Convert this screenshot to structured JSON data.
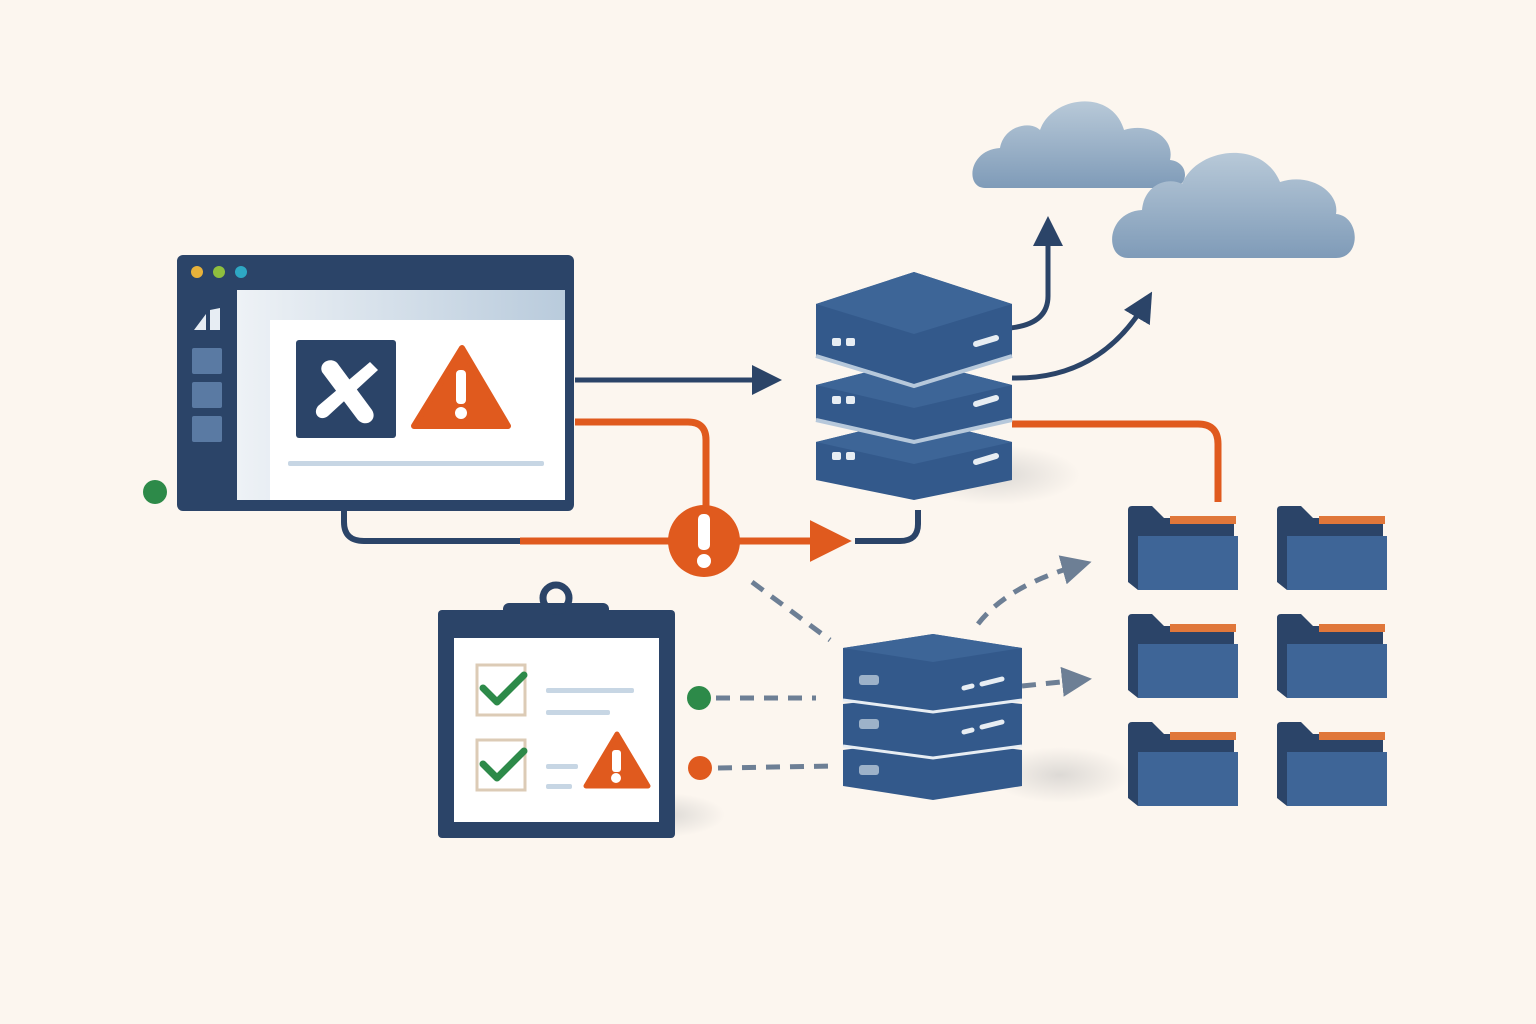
{
  "palette": {
    "background": "#fcf6ef",
    "navy": "#2b4468",
    "server_blue": "#33598b",
    "server_top": "#3d6597",
    "folder_blue": "#3e6597",
    "orange": "#e05a1e",
    "folder_tab_orange": "#e0773a",
    "cloud_blue": "#8ca7c2",
    "success_green": "#2d8a49",
    "dot_yellow": "#e8b23a",
    "dot_green": "#8fbf3e",
    "dot_teal": "#2ea8c4",
    "dashed_gray": "#6d7f95",
    "panel_white": "#ffffff"
  },
  "diagram": {
    "nodes": [
      {
        "id": "app-window",
        "kind": "window",
        "icons": [
          "x-tools-icon",
          "warning-icon"
        ],
        "status_dot": "success"
      },
      {
        "id": "primary-server",
        "kind": "server-stack",
        "units": 3
      },
      {
        "id": "secondary-server",
        "kind": "server-stack",
        "units": 3
      },
      {
        "id": "cloud-left",
        "kind": "cloud"
      },
      {
        "id": "cloud-right",
        "kind": "cloud"
      },
      {
        "id": "checklist",
        "kind": "clipboard",
        "items": [
          "check",
          "check-warning"
        ]
      },
      {
        "id": "folder-grid",
        "kind": "folders",
        "count": 6
      }
    ],
    "connections": [
      {
        "from": "app-window",
        "to": "primary-server",
        "style": "solid",
        "color": "navy"
      },
      {
        "from": "app-window",
        "to": "primary-server",
        "style": "solid",
        "color": "orange",
        "alert": "error-icon"
      },
      {
        "from": "primary-server",
        "to": "cloud-left",
        "style": "solid",
        "color": "navy"
      },
      {
        "from": "primary-server",
        "to": "cloud-right",
        "style": "solid",
        "color": "navy"
      },
      {
        "from": "primary-server",
        "to": "folder-grid",
        "style": "solid",
        "color": "orange"
      },
      {
        "from": "error-icon",
        "to": "secondary-server",
        "style": "dashed",
        "color": "dashed_gray"
      },
      {
        "from": "checklist",
        "to": "secondary-server",
        "style": "dashed",
        "color": "dashed_gray",
        "status_dot": "success"
      },
      {
        "from": "checklist",
        "to": "secondary-server",
        "style": "dashed",
        "color": "dashed_gray",
        "status_dot": "error"
      },
      {
        "from": "secondary-server",
        "to": "folder-grid",
        "style": "dashed",
        "color": "dashed_gray"
      }
    ]
  }
}
